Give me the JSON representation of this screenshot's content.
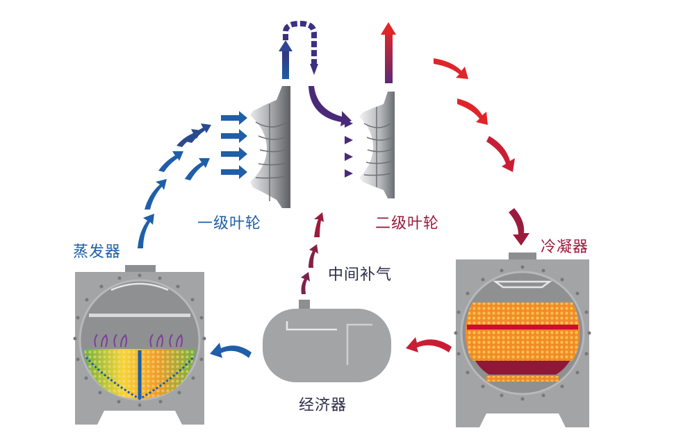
{
  "labels": {
    "evaporator": "蒸发器",
    "stage1_impeller": "一级叶轮",
    "stage2_impeller": "二级叶轮",
    "condenser": "冷凝器",
    "economizer_vent": "中间补气",
    "economizer": "经济器"
  },
  "colors": {
    "cold_blue": "#1f5ea8",
    "dark_blue": "#1b3f8f",
    "purple": "#4a2a78",
    "crimson": "#9b1b3c",
    "hot_red": "#e0252a",
    "vessel_gray": "#9a9b9d",
    "vessel_light": "#b9babc",
    "orange": "#f39b2a",
    "yellow": "#f6d437",
    "green": "#6db33f"
  },
  "icons": {
    "flow_arrow": "curved-arrow-icon",
    "impeller": "impeller-icon"
  }
}
